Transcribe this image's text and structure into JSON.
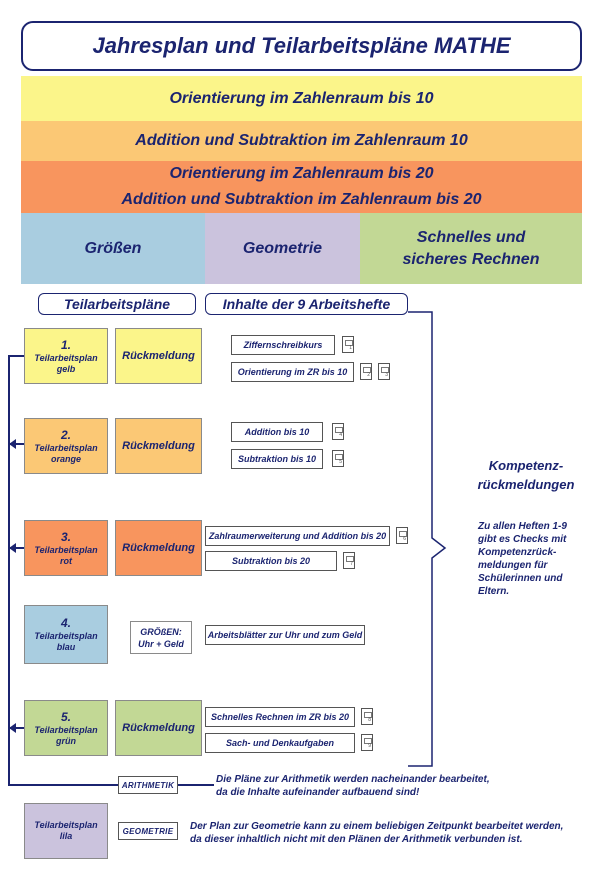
{
  "title": "Jahresplan und Teilarbeitspläne MATHE",
  "bands": [
    "Orientierung im Zahlenraum bis 10",
    "Addition und Subtraktion im Zahlenraum 10",
    "Orientierung im Zahlenraum bis 20",
    "Addition und Subtraktion im Zahlenraum bis 20"
  ],
  "bottom_row": {
    "groessen": "Größen",
    "geometrie": "Geometrie",
    "schnell_1": "Schnelles und",
    "schnell_2": "sicheres Rechnen"
  },
  "headers": {
    "left": "Teilarbeitspläne",
    "right": "Inhalte der 9 Arbeitshefte"
  },
  "plans": [
    {
      "num": "1.",
      "line1": "Teilarbeitsplan",
      "line2": "gelb"
    },
    {
      "num": "2.",
      "line1": "Teilarbeitsplan",
      "line2": "orange"
    },
    {
      "num": "3.",
      "line1": "Teilarbeitsplan",
      "line2": "rot"
    },
    {
      "num": "4.",
      "line1": "Teilarbeitsplan",
      "line2": "blau"
    },
    {
      "num": "5.",
      "line1": "Teilarbeitsplan",
      "line2": "grün"
    },
    {
      "num": "",
      "line1": "Teilarbeitsplan",
      "line2": "lila"
    }
  ],
  "rueckmeldung": "Rückmeldung",
  "groessen_box": {
    "line1": "GRÖßEN:",
    "line2": "Uhr + Geld"
  },
  "contents": {
    "c1": "Ziffernschreibkurs",
    "c2": "Orientierung im ZR bis 10",
    "c3": "Addition bis 10",
    "c4": "Subtraktion bis 10",
    "c5": "Zahlraumerweiterung und Addition bis 20",
    "c6": "Subtraktion bis 20",
    "c7": "Arbeitsblätter zur Uhr und zum Geld",
    "c8": "Schnelles Rechnen im ZR bis 20",
    "c9": "Sach- und Denkaufgaben"
  },
  "books": [
    "1",
    "2",
    "3",
    "4",
    "5",
    "6",
    "7",
    "8",
    "9"
  ],
  "kompetenz": {
    "title_1": "Kompetenz-",
    "title_2": "rückmeldungen",
    "text": [
      "Zu allen Heften 1-9",
      "gibt es  Checks mit",
      "Kompetenzrück-",
      "meldungen für",
      "Schülerinnen und",
      "Eltern."
    ]
  },
  "arithmetik": {
    "tag": "ARITHMETIK",
    "line1": "Die Pläne zur Arithmetik werden nacheinander bearbeitet,",
    "line2": "da die Inhalte aufeinander aufbauend sind!"
  },
  "geometrie": {
    "tag": "GEOMETRIE",
    "line1": "Der Plan zur Geometrie kann zu einem beliebigen Zeitpunkt bearbeitet werden,",
    "line2": "da dieser inhaltlich nicht mit den Plänen der Arithmetik verbunden ist."
  },
  "colors": {
    "navy": "#1b2470",
    "yellow": "#fbf58a",
    "orange": "#fbc875",
    "red": "#f8955e",
    "blue": "#a9cde0",
    "purple": "#cbc3dd",
    "green": "#c2d895"
  }
}
